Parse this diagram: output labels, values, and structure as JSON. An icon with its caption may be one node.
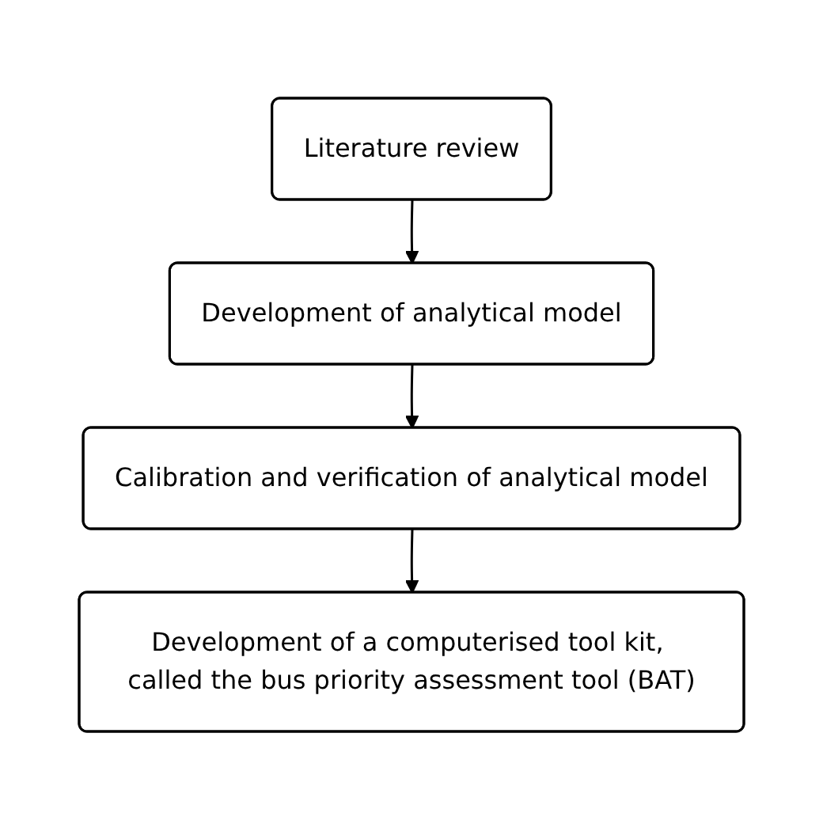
{
  "diagram": {
    "nodes": [
      {
        "text": [
          "Literature review"
        ]
      },
      {
        "text": [
          "Development of analytical model"
        ]
      },
      {
        "text": [
          "Calibration and verification of analytical model"
        ]
      },
      {
        "text": [
          "Development of a computerised tool kit, called the bus priority assessment tool (BAT)"
        ]
      }
    ],
    "edges": [
      {
        "from": 0,
        "to": 1,
        "arrow": "to"
      },
      {
        "from": 1,
        "to": 2,
        "arrow": "to"
      },
      {
        "from": 2,
        "to": 3,
        "arrow": "to"
      }
    ]
  }
}
